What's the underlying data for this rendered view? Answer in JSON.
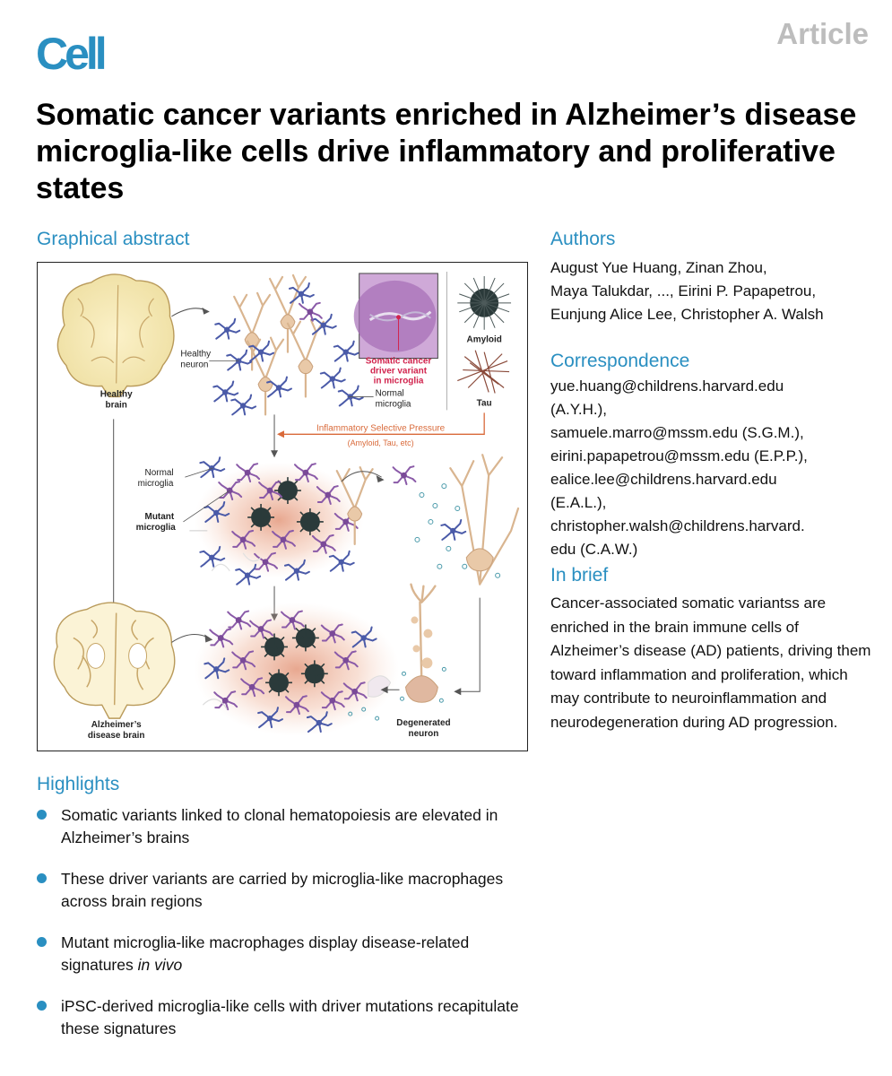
{
  "header": {
    "journal": "Cell",
    "article_type": "Article"
  },
  "title": "Somatic cancer variants enriched in Alzheimer’s disease microglia-like cells drive inflammatory and proliferative states",
  "sections": {
    "graphical_abstract": "Graphical abstract",
    "authors": "Authors",
    "correspondence": "Correspondence",
    "in_brief": "In brief",
    "highlights": "Highlights"
  },
  "authors": [
    "August Yue Huang, Zinan Zhou,",
    "Maya Talukdar, ..., Eirini P. Papapetrou,",
    "Eunjung Alice Lee, Christopher A. Walsh"
  ],
  "correspondence": [
    "yue.huang@childrens.harvard.edu",
    "(A.Y.H.),",
    "samuele.marro@mssm.edu (S.G.M.),",
    "eirini.papapetrou@mssm.edu (E.P.P.),",
    "ealice.lee@childrens.harvard.edu",
    "(E.A.L.),",
    "christopher.walsh@childrens.harvard.",
    "edu (C.A.W.)"
  ],
  "in_brief": "Cancer-associated somatic variantss are enriched in the brain immune cells of Alzheimer’s disease (AD) patients, driving them toward inflammation and proliferation, which may contribute to neuroinflammation and neurodegeneration during AD progression.",
  "highlights": [
    {
      "text": "Somatic variants linked to clonal hematopoiesis are elevated in Alzheimer’s brains"
    },
    {
      "text": "These driver variants are carried by microglia-like macrophages across brain regions"
    },
    {
      "text": "Mutant microglia-like macrophages display disease-related signatures ",
      "italic": "in vivo"
    },
    {
      "text": "iPSC-derived microglia-like cells with driver mutations recapitulate these signatures"
    }
  ],
  "figure_labels": {
    "healthy_brain_1": "Healthy",
    "healthy_brain_2": "brain",
    "healthy_neuron_1": "Healthy",
    "healthy_neuron_2": "neuron",
    "somatic_1": "Somatic cancer",
    "somatic_2": "driver variant",
    "somatic_3": "in microglia",
    "amyloid": "Amyloid",
    "tau": "Tau",
    "normal_microglia_1": "Normal",
    "normal_microglia_2": "microglia",
    "pressure": "Inflammatory Selective Pressure",
    "pressure_sub": "(Amyloid, Tau, etc)",
    "normal_microglia_b1": "Normal",
    "normal_microglia_b2": "microglia",
    "mutant_1": "Mutant",
    "mutant_2": "microglia",
    "ad_brain_1": "Alzheimer’s",
    "ad_brain_2": "disease brain",
    "degenerated_1": "Degenerated",
    "degenerated_2": "neuron"
  },
  "colors": {
    "accent": "#2a8fc1",
    "article_gray": "#bdbdbd",
    "microglia_blue": "#4a5aa8",
    "microglia_purple": "#8a5aa8",
    "neuron_tan": "#e9c9a8",
    "variant_red": "#d1234d",
    "pressure_orange": "#d96a3a"
  }
}
